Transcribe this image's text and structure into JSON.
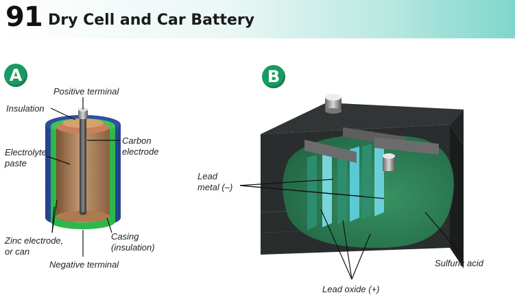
{
  "header": {
    "number": "91",
    "title": "Dry Cell and Car Battery"
  },
  "panel_a": {
    "badge": "A",
    "labels": {
      "positive_terminal": "Positive terminal",
      "insulation": "Insulation",
      "carbon_electrode_1": "Carbon",
      "carbon_electrode_2": "electrode",
      "electrolyte_1": "Electrolyte",
      "electrolyte_2": "paste",
      "zinc_1": "Zinc electrode,",
      "zinc_2": "or can",
      "casing_1": "Casing",
      "casing_2": "(insulation)",
      "negative_terminal": "Negative terminal"
    }
  },
  "panel_b": {
    "badge": "B",
    "labels": {
      "lead_metal_1": "Lead",
      "lead_metal_2": "metal (–)",
      "sulfuric_acid": "Sulfuric acid",
      "lead_oxide": "Lead oxide (+)"
    }
  },
  "colors": {
    "badge": "#1a9a63",
    "casing_blue": "#3d63b5",
    "zinc_green": "#2fb84a",
    "paste_brown": "#a87955",
    "battery_case": "#2a2d2d",
    "acid_green": "#2f8f5c",
    "plate_cyan": "#5fd0e0"
  }
}
